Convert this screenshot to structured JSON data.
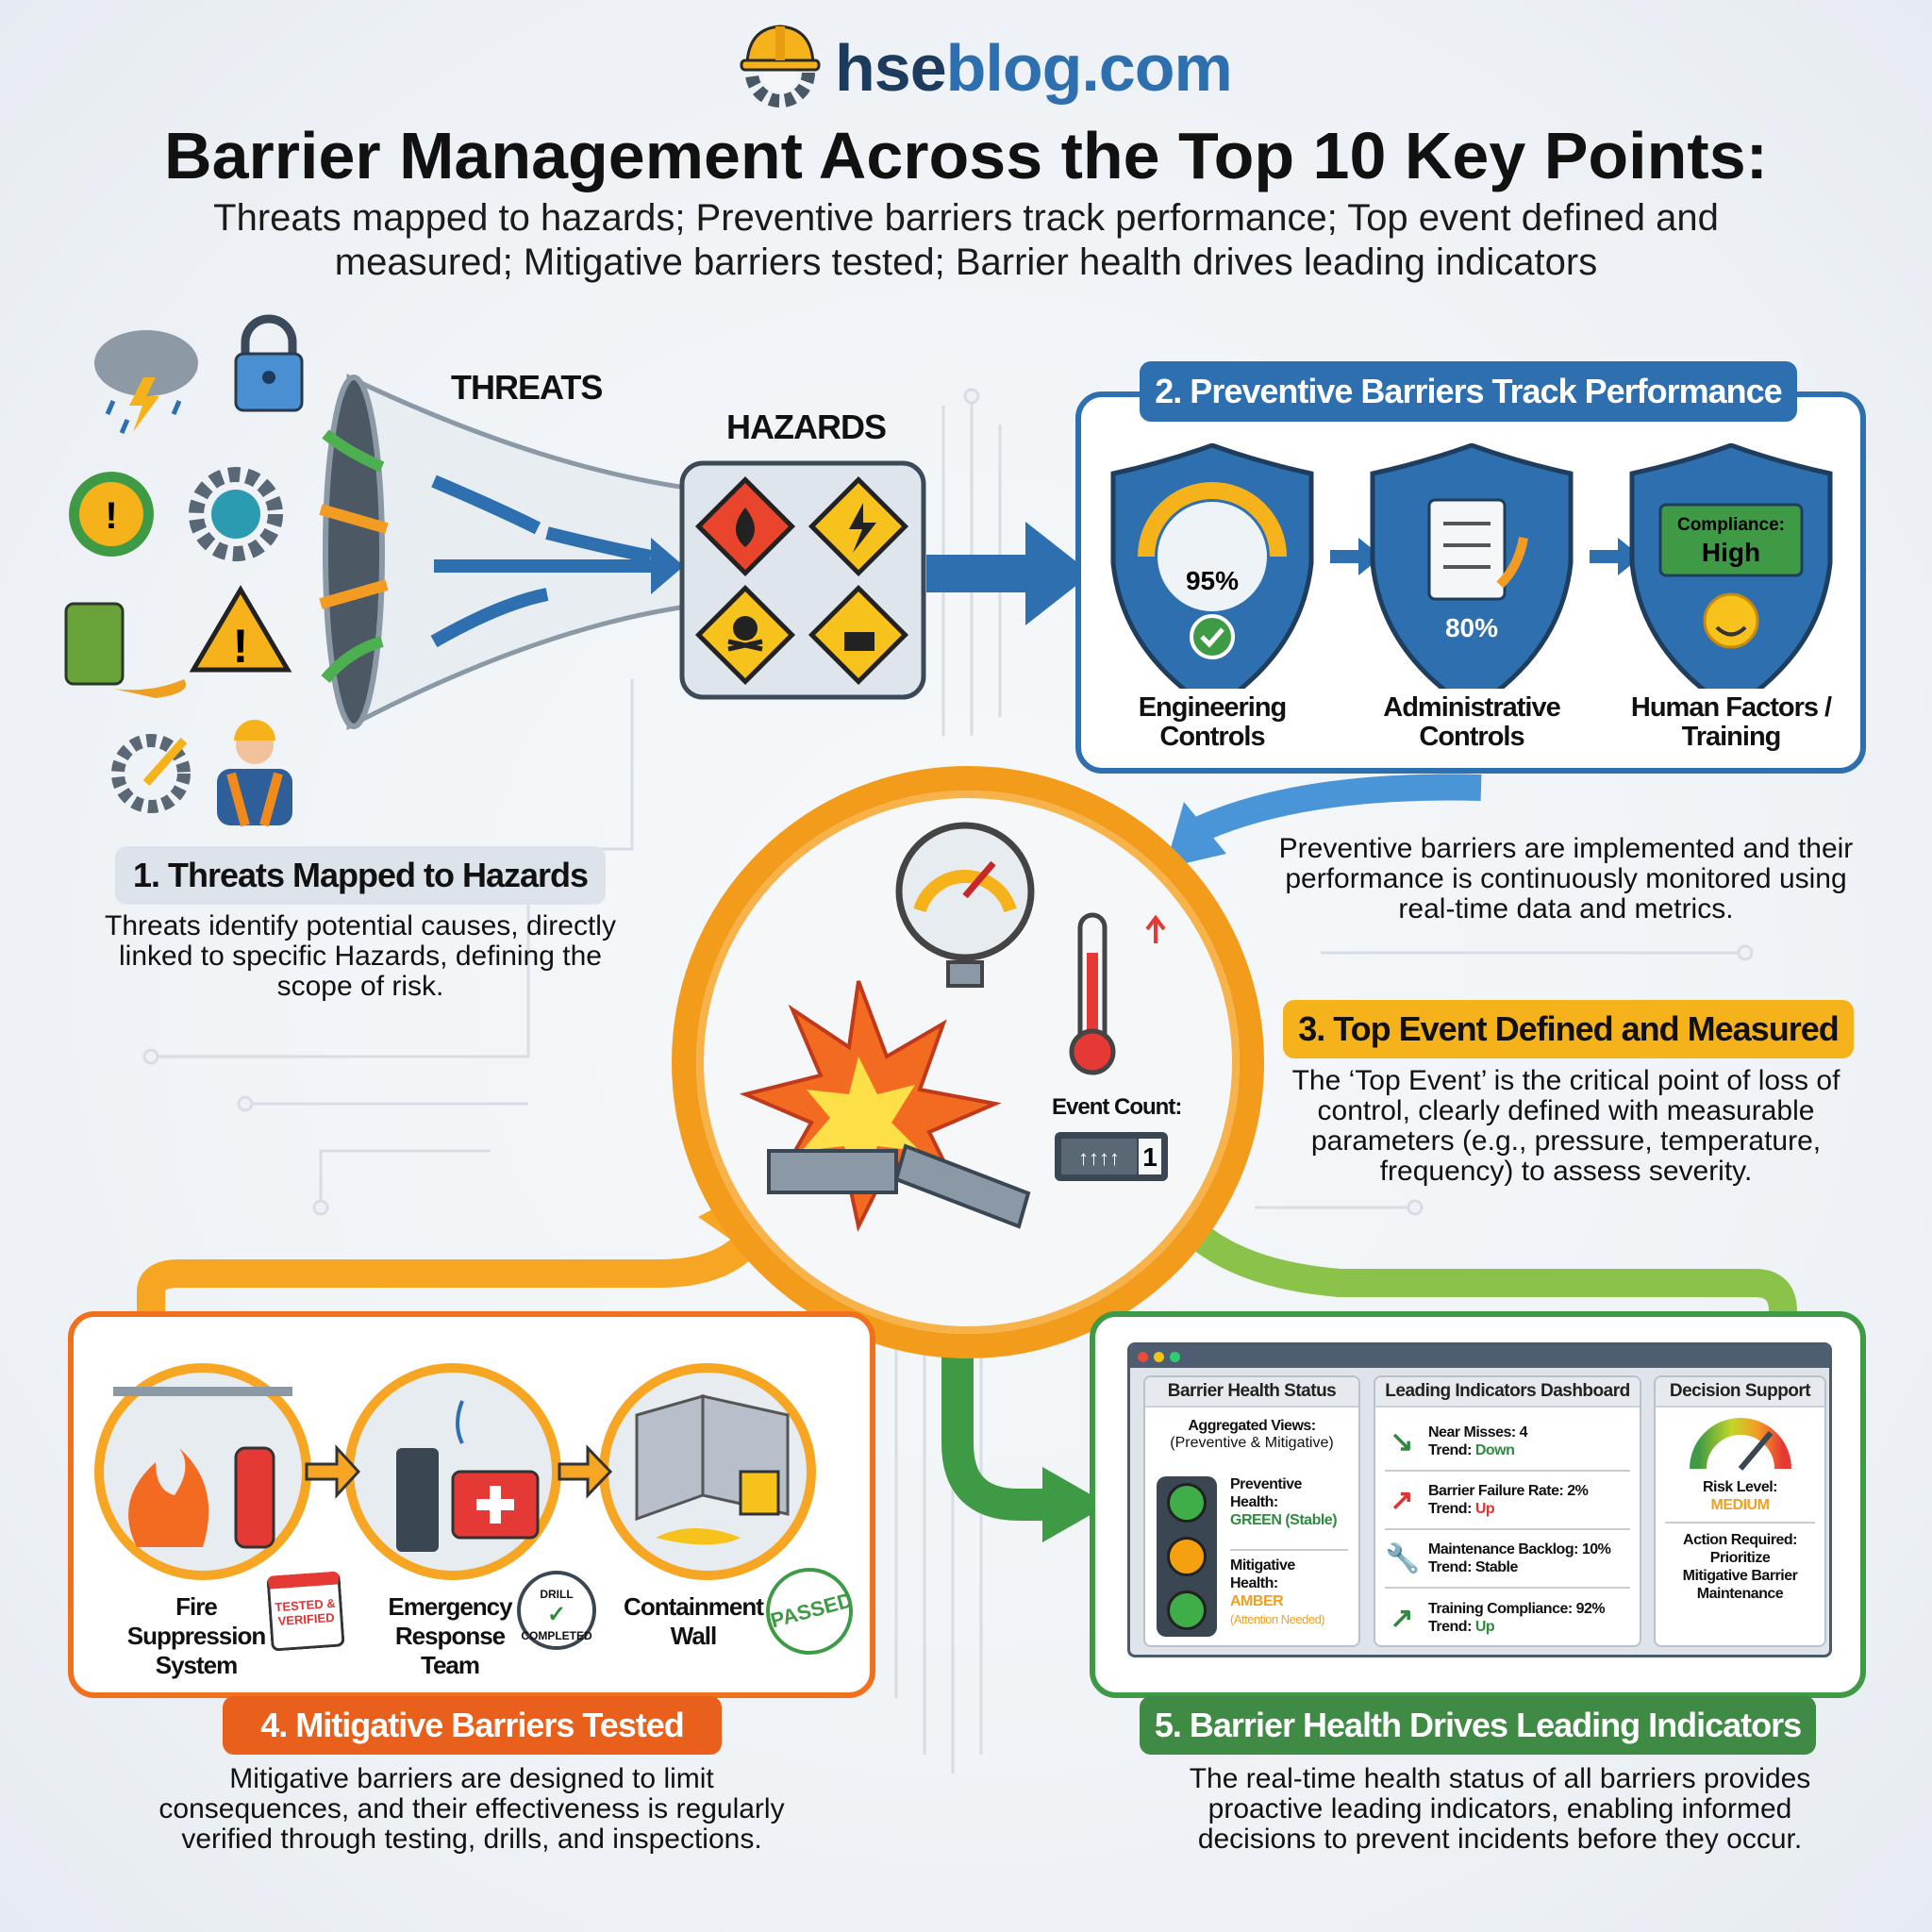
{
  "header": {
    "logo_main": "hse",
    "logo_accent": "blog.com",
    "title": "Barrier Management Across the Top 10 Key Points:",
    "subtitle_line1": "Threats mapped to hazards; Preventive barriers track performance; Top event defined and",
    "subtitle_line2": "measured; Mitigative barriers tested; Barrier health drives leading indicators"
  },
  "colors": {
    "blue": "#2e6fb0",
    "orange": "#f08a1c",
    "green": "#3f9a45",
    "gray": "#dde3ea",
    "red": "#e53935"
  },
  "section1": {
    "threats_label": "THREATS",
    "hazards_label": "HAZARDS",
    "title": "1. Threats Mapped to Hazards",
    "desc": [
      "Threats identify potential causes, directly",
      "linked to specific Hazards, defining the",
      "scope of risk."
    ],
    "threat_icons": [
      "storm-icon",
      "lock-icon",
      "warning-badge-icon",
      "gear-chemical-icon",
      "oil-barrel-icon",
      "warning-triangle-icon",
      "gear-tool-icon",
      "worker-icon"
    ],
    "hazard_icons": [
      "flammable-icon",
      "electrical-icon",
      "toxic-icon",
      "corrosive-icon"
    ]
  },
  "section2": {
    "title": "2. Preventive Barriers Track Performance",
    "shields": [
      {
        "label1": "Engineering",
        "label2": "Controls",
        "value": "95%"
      },
      {
        "label1": "Administrative",
        "label2": "Controls",
        "value": "80%"
      },
      {
        "label1": "Human Factors /",
        "label2": "Training",
        "badge_top": "Compliance:",
        "badge_value": "High"
      }
    ],
    "desc": [
      "Preventive barriers are implemented and their",
      "performance is continuously monitored using",
      "real-time data and metrics."
    ]
  },
  "section3": {
    "title": "3. Top Event Defined and Measured",
    "event_count_label": "Event Count:",
    "event_count_value": "1",
    "desc": [
      "The ‘Top Event’ is the critical point of loss of",
      "control, clearly defined with measurable",
      "parameters (e.g., pressure, temperature,",
      "frequency) to assess severity."
    ]
  },
  "section4": {
    "title": "4. Mitigative Barriers Tested",
    "items": [
      {
        "label": [
          "Fire",
          "Suppression",
          "System"
        ],
        "stamp": [
          "TESTED &",
          "VERIFIED"
        ]
      },
      {
        "label": [
          "Emergency",
          "Response",
          "Team"
        ],
        "stamp": [
          "DRILL",
          "COMPLETED"
        ]
      },
      {
        "label": [
          "Containment",
          "Wall"
        ],
        "stamp": [
          "PASSED"
        ]
      }
    ],
    "desc": [
      "Mitigative barriers are designed to limit",
      "consequences, and their effectiveness is regularly",
      "verified through testing, drills, and inspections."
    ]
  },
  "section5": {
    "title": "5. Barrier Health Drives Leading Indicators",
    "dashboard": {
      "health": {
        "header": "Barrier Health Status",
        "agg1": "Aggregated Views:",
        "agg2": "(Preventive & Mitigative)",
        "prev1": "Preventive",
        "prev2": "Health:",
        "prev_status": "GREEN (Stable)",
        "mit1": "Mitigative",
        "mit2": "Health:",
        "mit_status": "AMBER",
        "mit_note": "(Attention Needed)"
      },
      "indicators": {
        "header": "Leading Indicators Dashboard",
        "rows": [
          {
            "metric": "Near Misses: 4",
            "trend_label": "Trend: ",
            "trend": "Down"
          },
          {
            "metric": "Barrier Failure Rate: 2%",
            "trend_label": "Trend: ",
            "trend": "Up"
          },
          {
            "metric": "Maintenance Backlog: 10%",
            "trend_label": "Trend: ",
            "trend": "Stable"
          },
          {
            "metric": "Training Compliance: 92%",
            "trend_label": "Trend: ",
            "trend": "Up"
          }
        ]
      },
      "decision": {
        "header": "Decision Support",
        "risk_label": "Risk Level:",
        "risk_value": "MEDIUM",
        "action": [
          "Action Required:",
          "Prioritize",
          "Mitigative Barrier",
          "Maintenance"
        ]
      }
    },
    "desc": [
      "The real-time health status of all barriers provides",
      "proactive leading indicators, enabling informed",
      "decisions to prevent incidents before they occur."
    ]
  }
}
